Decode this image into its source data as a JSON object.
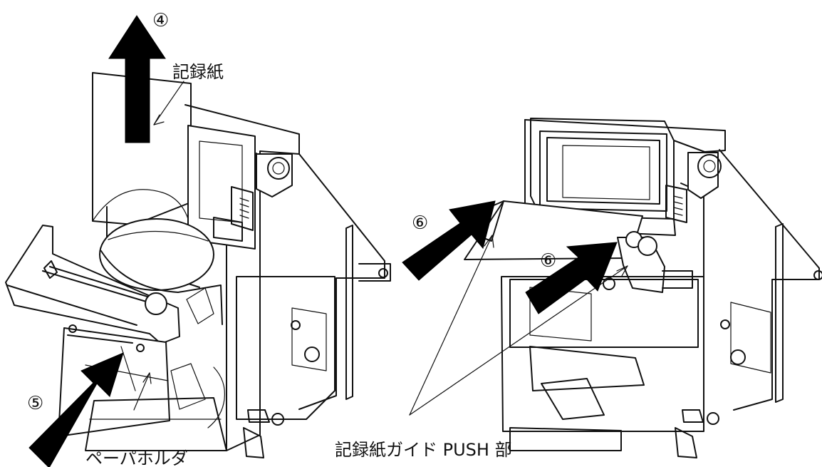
{
  "figure": {
    "labels": {
      "step4": "④",
      "step5": "⑤",
      "step6_left": "⑥",
      "step6_right": "⑥",
      "paper": "記録紙",
      "paper_holder": "ペーパホルダ",
      "paper_guide_push": "記録紙ガイド PUSH 部"
    },
    "colors": {
      "line": "#111111",
      "arrow": "#000000",
      "background": "#ffffff"
    }
  }
}
